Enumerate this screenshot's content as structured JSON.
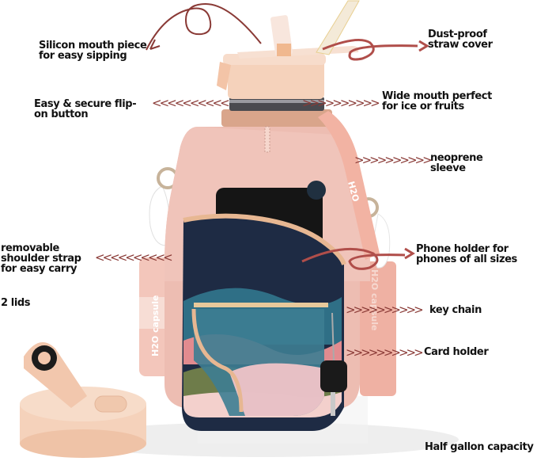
{
  "product": "Half gallon water bottle with neoprene sleeve",
  "colors": {
    "arrow": "#8a3a36",
    "text": "#111111",
    "sleeve_pink": "#edbdb2",
    "strap_pink": "#f2b3a3",
    "lid_peach": "#f5d2bb",
    "phone": "#151515",
    "pocket_navy": "#1e2b44",
    "mesh_teal": "#2f6f86",
    "accent_green": "#6e7c4a"
  },
  "callouts": {
    "mouthpiece": {
      "line1": "Silicon mouth piece",
      "line2": "for easy sipping"
    },
    "flip_button": {
      "line1": "Easy & secure flip-",
      "line2": "on button"
    },
    "shoulder_strap": {
      "line1": "removable",
      "line2": "shoulder strap",
      "line3": "for easy carry"
    },
    "lids": {
      "text": "2 lids"
    },
    "straw_cover": {
      "line1": "Dust-proof",
      "line2": "straw cover"
    },
    "wide_mouth": {
      "line1": "Wide mouth perfect",
      "line2": "for ice or fruits"
    },
    "sleeve": {
      "line1": "neoprene",
      "line2": "sleeve"
    },
    "phone_holder": {
      "line1": "Phone holder for",
      "line2": "phones of all sizes"
    },
    "key_chain": {
      "text": "key chain"
    },
    "card_holder": {
      "text": "Card holder"
    },
    "capacity": {
      "text": "Half gallon capacity"
    }
  },
  "chevrons": {
    "left": "<<<<<<<<<<",
    "right": ">>>>>>>>>>"
  },
  "brand_marks": {
    "strap_text": "H2O capsule",
    "strap_logo": "H2O"
  }
}
